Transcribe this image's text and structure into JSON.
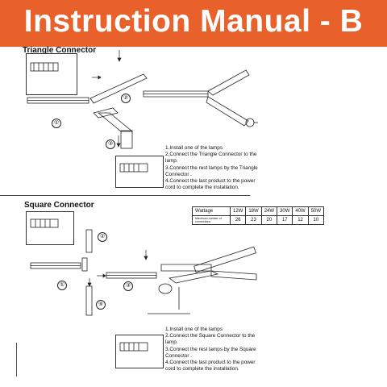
{
  "banner": {
    "title": "Instruction Manual - B"
  },
  "triangle": {
    "title": "Triangle Connector",
    "steps": [
      "1.Install one of the lamps",
      "2.Connect the Triangle Connector to the",
      "lamp.",
      "3.Connect the rest lamps by the Triangle",
      "Connector .",
      "4.Connect the last product to the power",
      "cord to complete the installation."
    ]
  },
  "square": {
    "title": "Square Connector",
    "steps": [
      "1.Install one of the lamps",
      "2.Connect the Square Connector to the",
      "lamp.",
      "3.Connect the rest lamps by the Square",
      "Connector .",
      "4.Connect the last product to the power",
      "cord to complete the installation."
    ]
  },
  "wattage_table": {
    "header_label": "Wattage",
    "row_label": "Maximum number of connections",
    "wattages": [
      "12W",
      "18W",
      "24W",
      "30W",
      "40W",
      "50W"
    ],
    "max_connections": [
      "26",
      "23",
      "20",
      "17",
      "12",
      "10"
    ]
  },
  "step_numbers": {
    "one": "①",
    "two": "②",
    "three": "③",
    "four": "④"
  }
}
